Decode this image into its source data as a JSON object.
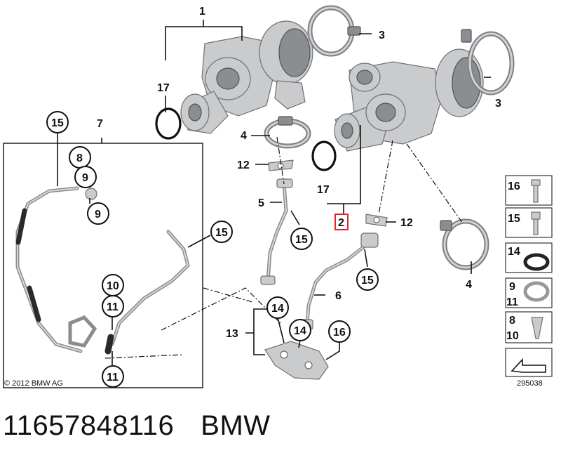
{
  "copyright": "© 2012 BMW AG",
  "diagram_code": "295038",
  "footer": {
    "part_number": "11657848116",
    "brand": "BMW"
  },
  "callouts": {
    "c1": "1",
    "c2": "2",
    "c3a": "3",
    "c3b": "3",
    "c4a": "4",
    "c4b": "4",
    "c5": "5",
    "c6": "6",
    "c7": "7",
    "c8": "8",
    "c9a": "9",
    "c9b": "9",
    "c10": "10",
    "c11a": "11",
    "c11b": "11",
    "c12a": "12",
    "c12b": "12",
    "c13": "13",
    "c14a": "14",
    "c14b": "14",
    "c15a": "15",
    "c15b": "15",
    "c15c": "15",
    "c15d": "15",
    "c16": "16",
    "c17a": "17",
    "c17b": "17"
  },
  "legend": {
    "l16": "16",
    "l15": "15",
    "l14": "14",
    "l9": "9",
    "l11": "11",
    "l8": "8",
    "l10": "10"
  },
  "highlight_color": "#e0262b"
}
